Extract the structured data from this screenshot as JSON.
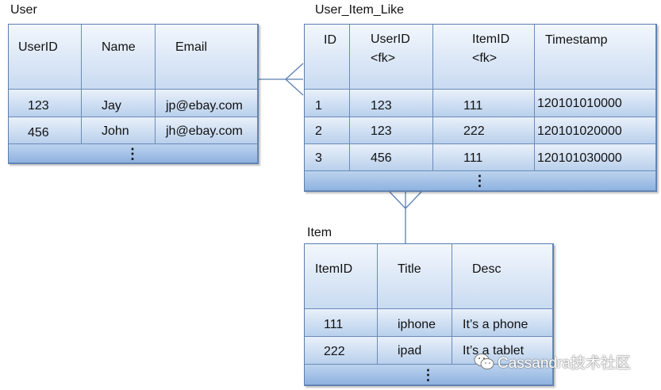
{
  "user": {
    "title": "User",
    "headers": [
      "UserID",
      "Name",
      "Email"
    ],
    "rows": [
      [
        "123",
        "Jay",
        "jp@ebay.com"
      ],
      [
        "456",
        "John",
        "jh@ebay.com"
      ]
    ],
    "more": "⋮"
  },
  "like": {
    "title": "User_Item_Like",
    "headers": [
      "ID",
      "UserID\n<fk>",
      "ItemID\n<fk>",
      "Timestamp"
    ],
    "rows": [
      [
        "1",
        "123",
        "111",
        "120101010000"
      ],
      [
        "2",
        "123",
        "222",
        "120101020000"
      ],
      [
        "3",
        "456",
        "111",
        "120101030000"
      ]
    ],
    "more": "⋮"
  },
  "item": {
    "title": "Item",
    "headers": [
      "ItemID",
      "Title",
      "Desc"
    ],
    "rows": [
      [
        "111",
        "iphone",
        "It’s a phone"
      ],
      [
        "222",
        "ipad",
        "It’s a tablet"
      ]
    ],
    "more": "⋮"
  },
  "watermark": {
    "text": "Cassandra技术社区"
  }
}
